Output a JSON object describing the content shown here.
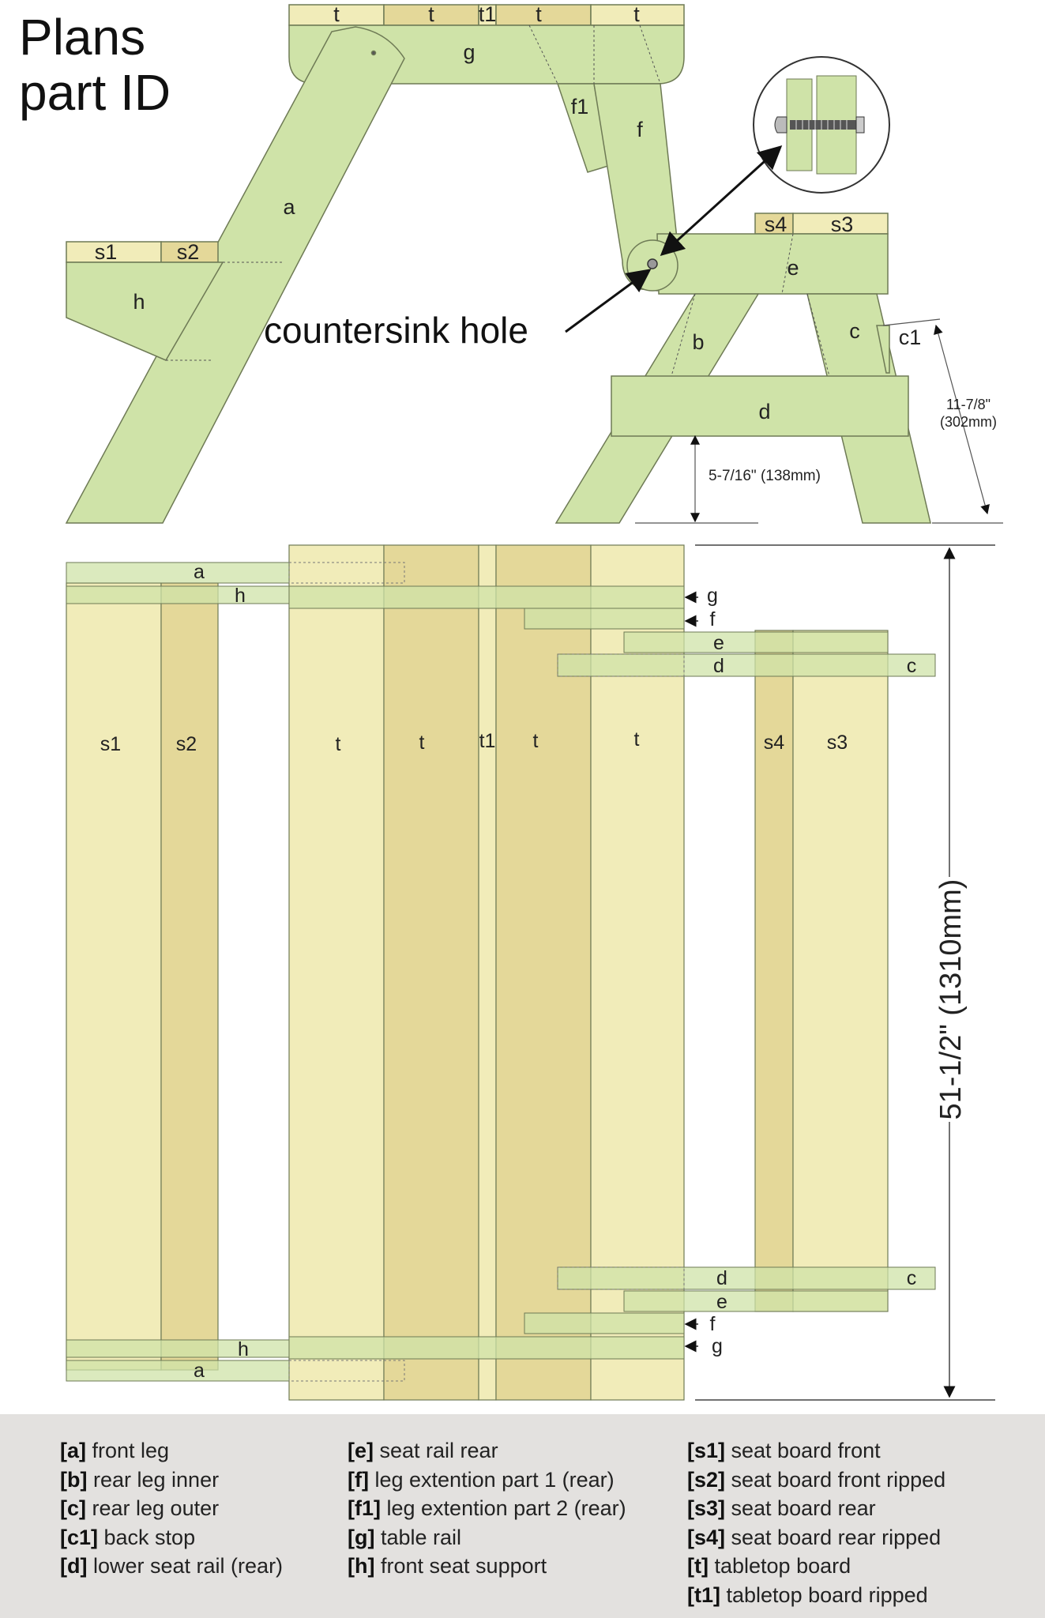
{
  "title_line1": "Plans",
  "title_line2": "part ID",
  "colors": {
    "green": "#cfe3a8",
    "green_stroke": "#8c9a70",
    "board": "#f1ecb9",
    "board_dark": "#e4d899",
    "outline": "#555555",
    "legend_bg": "#e3e1df"
  },
  "side_labels": {
    "t": "t",
    "t1": "t1",
    "g": "g",
    "f": "f",
    "f1": "f1",
    "a": "a",
    "h": "h",
    "s1": "s1",
    "s2": "s2",
    "s3": "s3",
    "s4": "s4",
    "e": "e",
    "b": "b",
    "c": "c",
    "c1": "c1",
    "d": "d"
  },
  "callout": "countersink hole",
  "dims": {
    "height_in": "11-7/8\"",
    "height_mm": "(302mm)",
    "low_rail": "5-7/16\"  (138mm)",
    "length": "51-1/2\" (1310mm)"
  },
  "plan_labels": {
    "a": "a",
    "h": "h",
    "g": "g",
    "f": "f",
    "e": "e",
    "d": "d",
    "c": "c",
    "s1": "s1",
    "s2": "s2",
    "t": "t",
    "t1": "t1",
    "s3": "s3",
    "s4": "s4"
  },
  "legend": {
    "col1": [
      {
        "code": "[a]",
        "text": "front leg"
      },
      {
        "code": "[b]",
        "text": "rear leg inner"
      },
      {
        "code": "[c]",
        "text": "rear leg outer"
      },
      {
        "code": "[c1]",
        "text": "back stop"
      },
      {
        "code": "[d]",
        "text": "lower seat rail (rear)"
      }
    ],
    "col2": [
      {
        "code": "[e]",
        "text": "seat rail rear"
      },
      {
        "code": "[f]",
        "text": "leg extention part 1 (rear)"
      },
      {
        "code": "[f1]",
        "text": "leg extention part 2 (rear)"
      },
      {
        "code": "[g]",
        "text": "table rail"
      },
      {
        "code": "[h]",
        "text": "front seat support"
      }
    ],
    "col3": [
      {
        "code": "[s1]",
        "text": "seat board front"
      },
      {
        "code": "[s2]",
        "text": "seat board front ripped"
      },
      {
        "code": "[s3]",
        "text": "seat board rear"
      },
      {
        "code": "[s4]",
        "text": "seat board rear ripped"
      },
      {
        "code": "[t]",
        "text": "tabletop board"
      },
      {
        "code": "[t1]",
        "text": "tabletop board ripped"
      }
    ]
  }
}
